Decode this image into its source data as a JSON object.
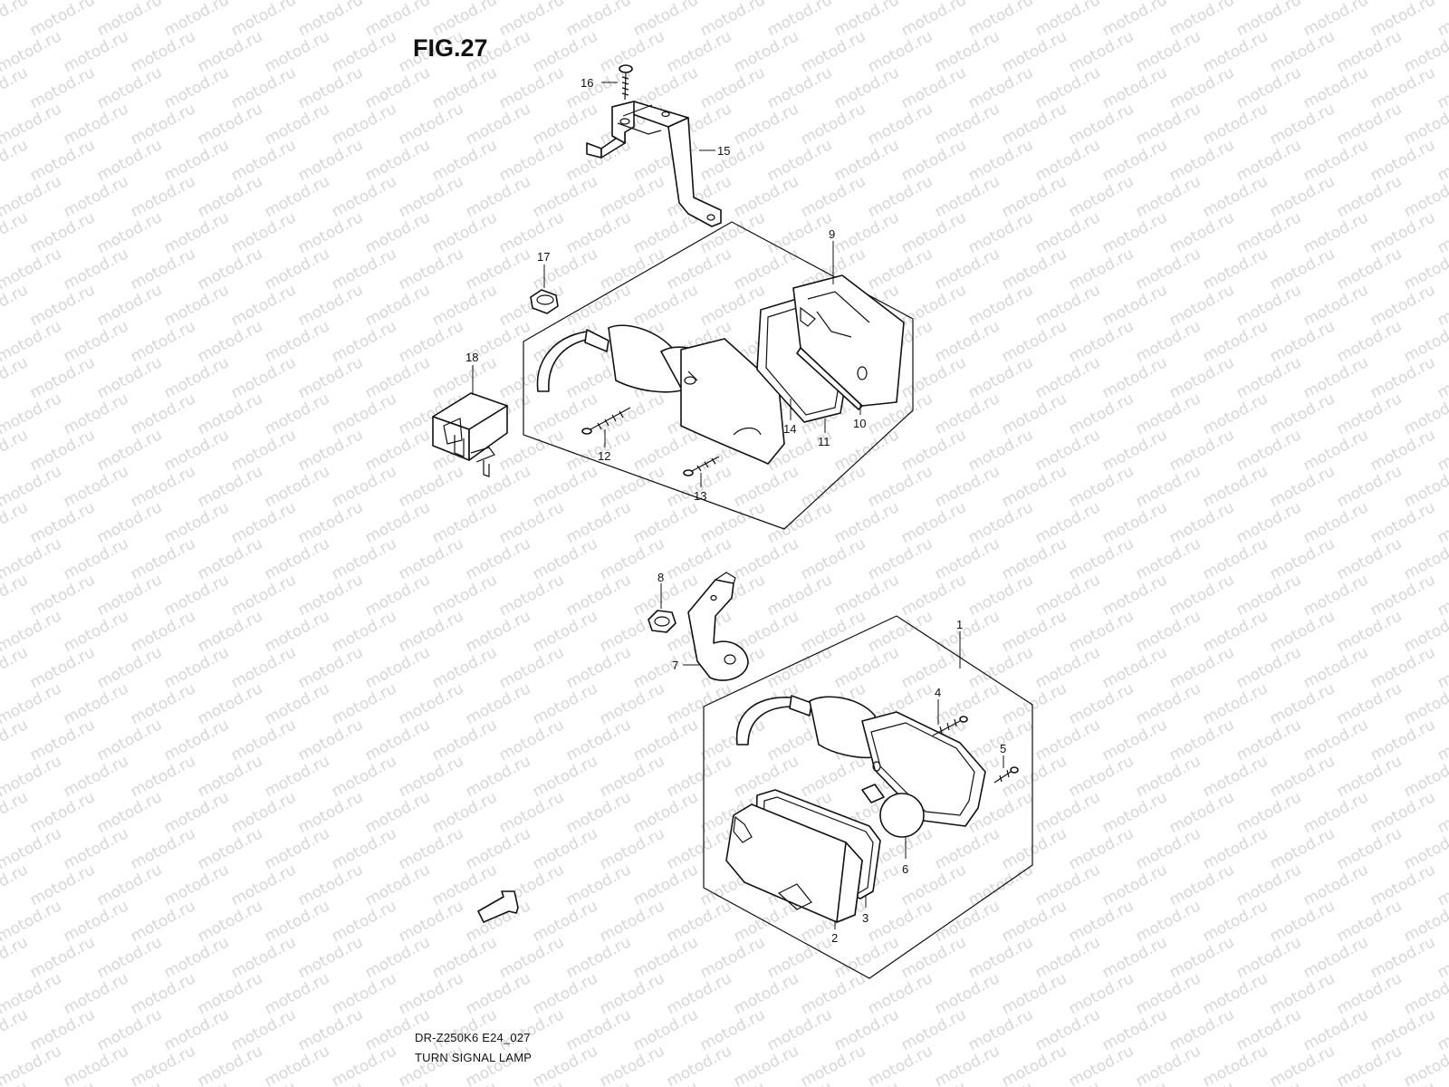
{
  "figure": {
    "title": "FIG.27",
    "model_code": "DR-Z250K6 E24_027",
    "caption": "TURN SIGNAL LAMP",
    "watermark": "motod.ru",
    "direction_marker": "FWD"
  },
  "callouts": [
    "1",
    "2",
    "3",
    "4",
    "5",
    "6",
    "7",
    "8",
    "9",
    "10",
    "11",
    "12",
    "13",
    "14",
    "15",
    "16",
    "17",
    "18"
  ],
  "colors": {
    "ink": "#111111",
    "watermark": "#d6d6d6",
    "background": "#ffffff"
  }
}
